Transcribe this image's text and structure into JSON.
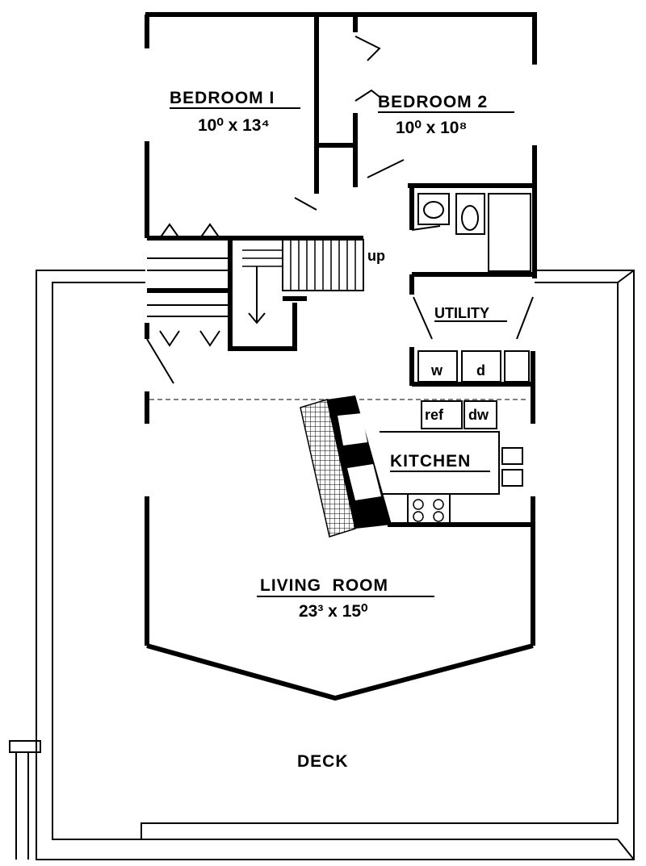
{
  "rooms": {
    "bedroom1": {
      "name": "BEDROOM I",
      "size": "10⁰ x 13⁴"
    },
    "bedroom2": {
      "name": "BEDROOM 2",
      "size": "10⁰ x 10⁸"
    },
    "utility": {
      "name": "UTILITY"
    },
    "kitchen": {
      "name": "KITCHEN"
    },
    "living": {
      "name": "LIVING  ROOM",
      "size": "23³ x 15⁰"
    },
    "deck": {
      "name": "DECK"
    }
  },
  "fixtures": {
    "stairs_label": "up",
    "washer": "w",
    "dryer": "d",
    "refrigerator": "ref",
    "dishwasher": "dw"
  }
}
